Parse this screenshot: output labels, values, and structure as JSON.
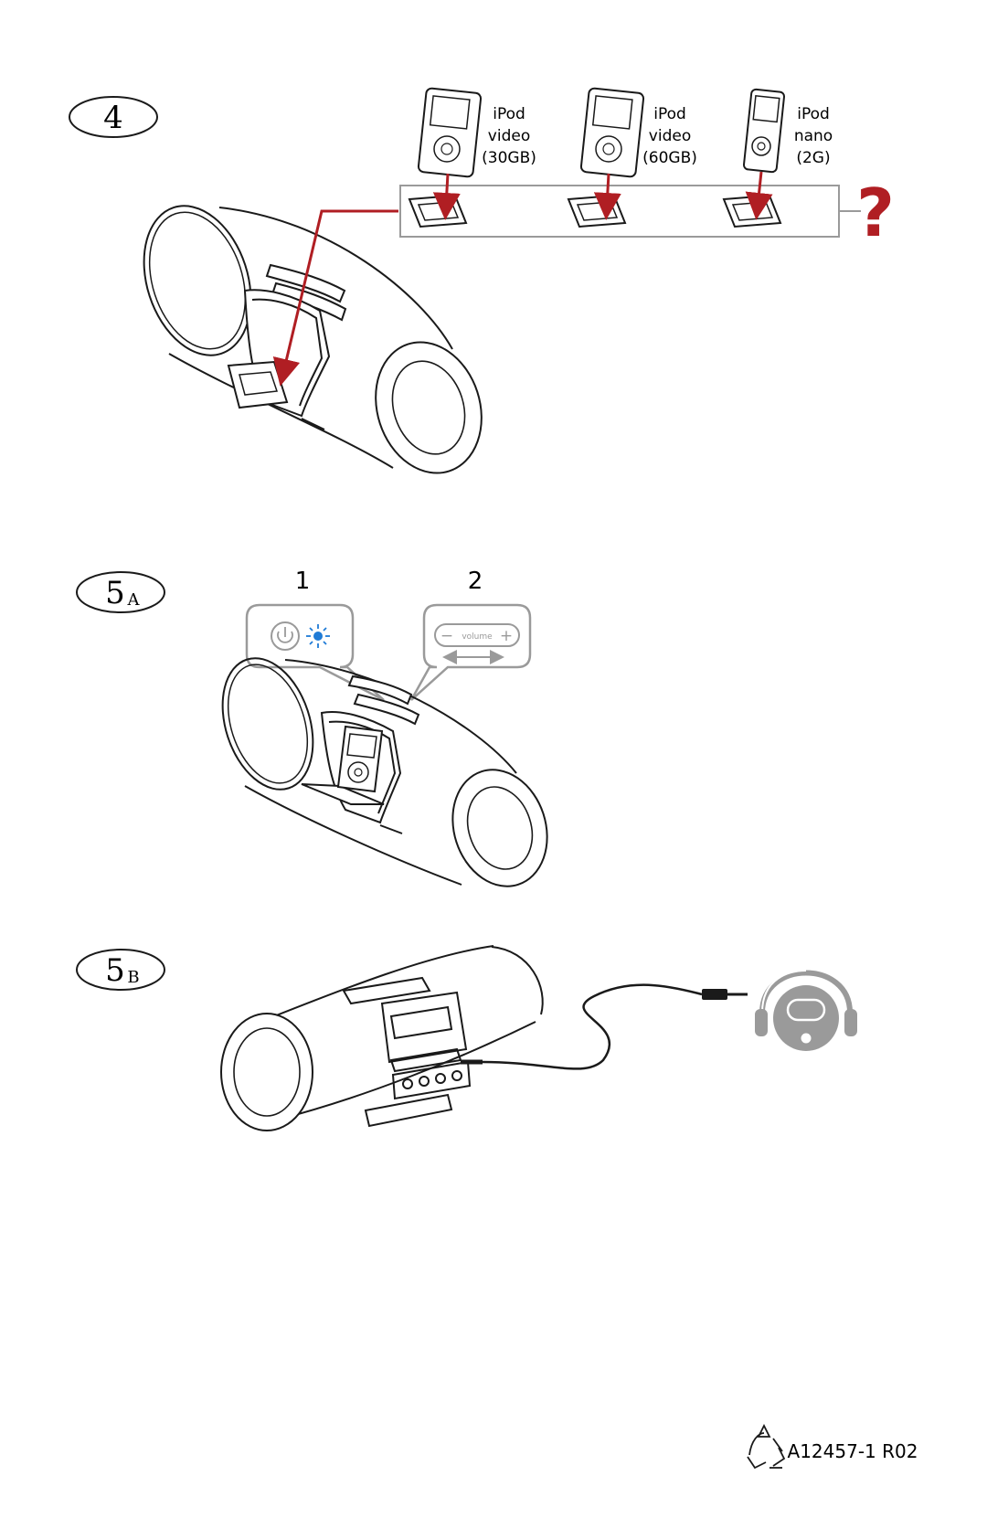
{
  "steps": {
    "step4": {
      "number": "4"
    },
    "step5a": {
      "number": "5",
      "suffix": "A"
    },
    "step5b": {
      "number": "5",
      "suffix": "B"
    }
  },
  "ipods": [
    {
      "line1": "iPod",
      "line2": "video",
      "line3": "(30GB)"
    },
    {
      "line1": "iPod",
      "line2": "video",
      "line3": "(60GB)"
    },
    {
      "line1": "iPod",
      "line2": "nano",
      "line3": "(2G)"
    }
  ],
  "question_mark": "?",
  "step5a_callouts": {
    "callout1_number": "1",
    "callout2_number": "2",
    "volume_label": "volume",
    "minus_label": "−",
    "plus_label": "+"
  },
  "footer": {
    "document_code": "A12457-1 R02",
    "recycle_icon": "recycle-icon"
  },
  "colors": {
    "accent_red": "#b01e23",
    "power_led_blue": "#1f7bd6",
    "line_gray": "#9a9a9a",
    "outline_black": "#1a1a1a"
  }
}
